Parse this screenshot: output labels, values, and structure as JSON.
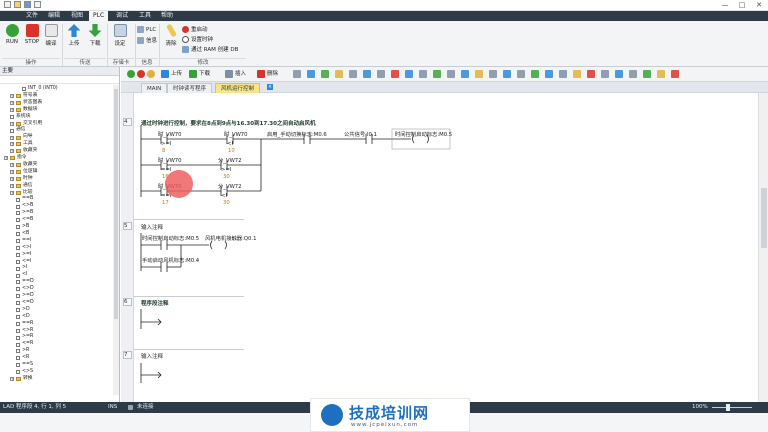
{
  "titlebar": {
    "quick_access": [
      "new-icon",
      "open-icon",
      "save-icon",
      "print-icon"
    ],
    "window_controls": [
      "—",
      "□",
      "✕"
    ]
  },
  "menubar": {
    "items": [
      "文件",
      "编辑",
      "视图",
      "PLC",
      "调试",
      "工具",
      "帮助"
    ],
    "active": "PLC"
  },
  "ribbon": {
    "buttons": {
      "run": "RUN",
      "stop": "STOP",
      "compile": "编译",
      "upload": "上传",
      "download": "下载",
      "compare": "设定",
      "plc": "PLC",
      "info": "信息",
      "clear": "清除",
      "power_up_reset": "重启动",
      "set_clock": "设置时钟",
      "data_block": "通过 RAM 创建 DB"
    },
    "groups": [
      "操作",
      "传送",
      "存储卡",
      "信息",
      "修改"
    ]
  },
  "left_panel": {
    "title": "主要",
    "tree": [
      {
        "text": "INT_0 (INT0)",
        "level": 3,
        "kind": "item"
      },
      {
        "text": "符号表",
        "level": 1,
        "kind": "folder"
      },
      {
        "text": "状态图表",
        "level": 1,
        "kind": "folder"
      },
      {
        "text": "数据块",
        "level": 1,
        "kind": "folder"
      },
      {
        "text": "系统块",
        "level": 1,
        "kind": "item"
      },
      {
        "text": "交叉引用",
        "level": 1,
        "kind": "folder"
      },
      {
        "text": "通信",
        "level": 1,
        "kind": "item"
      },
      {
        "text": "向导",
        "level": 1,
        "kind": "folder"
      },
      {
        "text": "工具",
        "level": 1,
        "kind": "folder"
      },
      {
        "text": "收藏夹",
        "level": 1,
        "kind": "folder"
      },
      {
        "text": "指令",
        "level": 0,
        "kind": "folder"
      },
      {
        "text": "收藏夹",
        "level": 1,
        "kind": "folder"
      },
      {
        "text": "位逻辑",
        "level": 1,
        "kind": "folder"
      },
      {
        "text": "时钟",
        "level": 1,
        "kind": "folder"
      },
      {
        "text": "通信",
        "level": 1,
        "kind": "folder"
      },
      {
        "text": "比较",
        "level": 1,
        "kind": "folder"
      },
      {
        "text": "==B",
        "level": 2,
        "kind": "item"
      },
      {
        "text": "<>B",
        "level": 2,
        "kind": "item"
      },
      {
        "text": ">=B",
        "level": 2,
        "kind": "item"
      },
      {
        "text": "<=B",
        "level": 2,
        "kind": "item"
      },
      {
        "text": ">B",
        "level": 2,
        "kind": "item"
      },
      {
        "text": "<B",
        "level": 2,
        "kind": "item"
      },
      {
        "text": "==I",
        "level": 2,
        "kind": "item"
      },
      {
        "text": "<>I",
        "level": 2,
        "kind": "item"
      },
      {
        "text": ">=I",
        "level": 2,
        "kind": "item"
      },
      {
        "text": "<=I",
        "level": 2,
        "kind": "item"
      },
      {
        "text": ">I",
        "level": 2,
        "kind": "item"
      },
      {
        "text": "<I",
        "level": 2,
        "kind": "item"
      },
      {
        "text": "==D",
        "level": 2,
        "kind": "item"
      },
      {
        "text": "<>D",
        "level": 2,
        "kind": "item"
      },
      {
        "text": ">=D",
        "level": 2,
        "kind": "item"
      },
      {
        "text": "<=D",
        "level": 2,
        "kind": "item"
      },
      {
        "text": ">D",
        "level": 2,
        "kind": "item"
      },
      {
        "text": "<D",
        "level": 2,
        "kind": "item"
      },
      {
        "text": "==R",
        "level": 2,
        "kind": "item"
      },
      {
        "text": "<>R",
        "level": 2,
        "kind": "item"
      },
      {
        "text": ">=R",
        "level": 2,
        "kind": "item"
      },
      {
        "text": "<=R",
        "level": 2,
        "kind": "item"
      },
      {
        "text": ">R",
        "level": 2,
        "kind": "item"
      },
      {
        "text": "<R",
        "level": 2,
        "kind": "item"
      },
      {
        "text": "==S",
        "level": 2,
        "kind": "item"
      },
      {
        "text": "<>S",
        "level": 2,
        "kind": "item"
      },
      {
        "text": "转换",
        "level": 1,
        "kind": "folder"
      }
    ]
  },
  "toolbar2": {
    "upload": "上传",
    "download": "下载",
    "insert": "插入",
    "delete": "删除"
  },
  "tabs": [
    {
      "label": "MAIN",
      "active": false
    },
    {
      "label": "时钟读写程序",
      "active": false
    },
    {
      "label": "风机运行控制",
      "active": true
    }
  ],
  "networks": [
    {
      "number": "4",
      "title": "通过时钟进行控制，要求在8点到9点与16.30到17.30之间自动启风机",
      "row1": {
        "c1": "时_VW70",
        "c1op": ">=I",
        "c1val": "8",
        "c2": "时_VW70",
        "c2op": "<I",
        "c2val": "10",
        "c3": "启用_手动切换标志:M0.6",
        "c4": "公共信号:I0.1",
        "coil": "时间控制启动标志:M0.5"
      },
      "row2": {
        "c1": "时_VW70",
        "c1op": "==I",
        "c1val": "16",
        "c2": "分_VW72",
        "c2op": ">=I",
        "c2val": "30"
      },
      "row3": {
        "c1": "时_VW70",
        "c1op": "==I",
        "c1val": "17",
        "c2": "分_VW72",
        "c2op": "<I",
        "c2val": "30"
      }
    },
    {
      "number": "5",
      "title": "输入注释",
      "contact1": "时间控制启动标志:M0.5",
      "coil": "风机电机接触器:Q0.1",
      "contact2": "手动启动风机标志:M0.4"
    },
    {
      "number": "6",
      "title": "程序段注释"
    },
    {
      "number": "7",
      "title": "输入注释"
    }
  ],
  "status": {
    "mode": "LAD 程序段 4, 行 1, 列 5",
    "ins": "INS",
    "connection": "未连接",
    "zoom": "100%"
  },
  "watermark": {
    "brand": "技成培训网",
    "url": "www.jcpeixun.com"
  }
}
